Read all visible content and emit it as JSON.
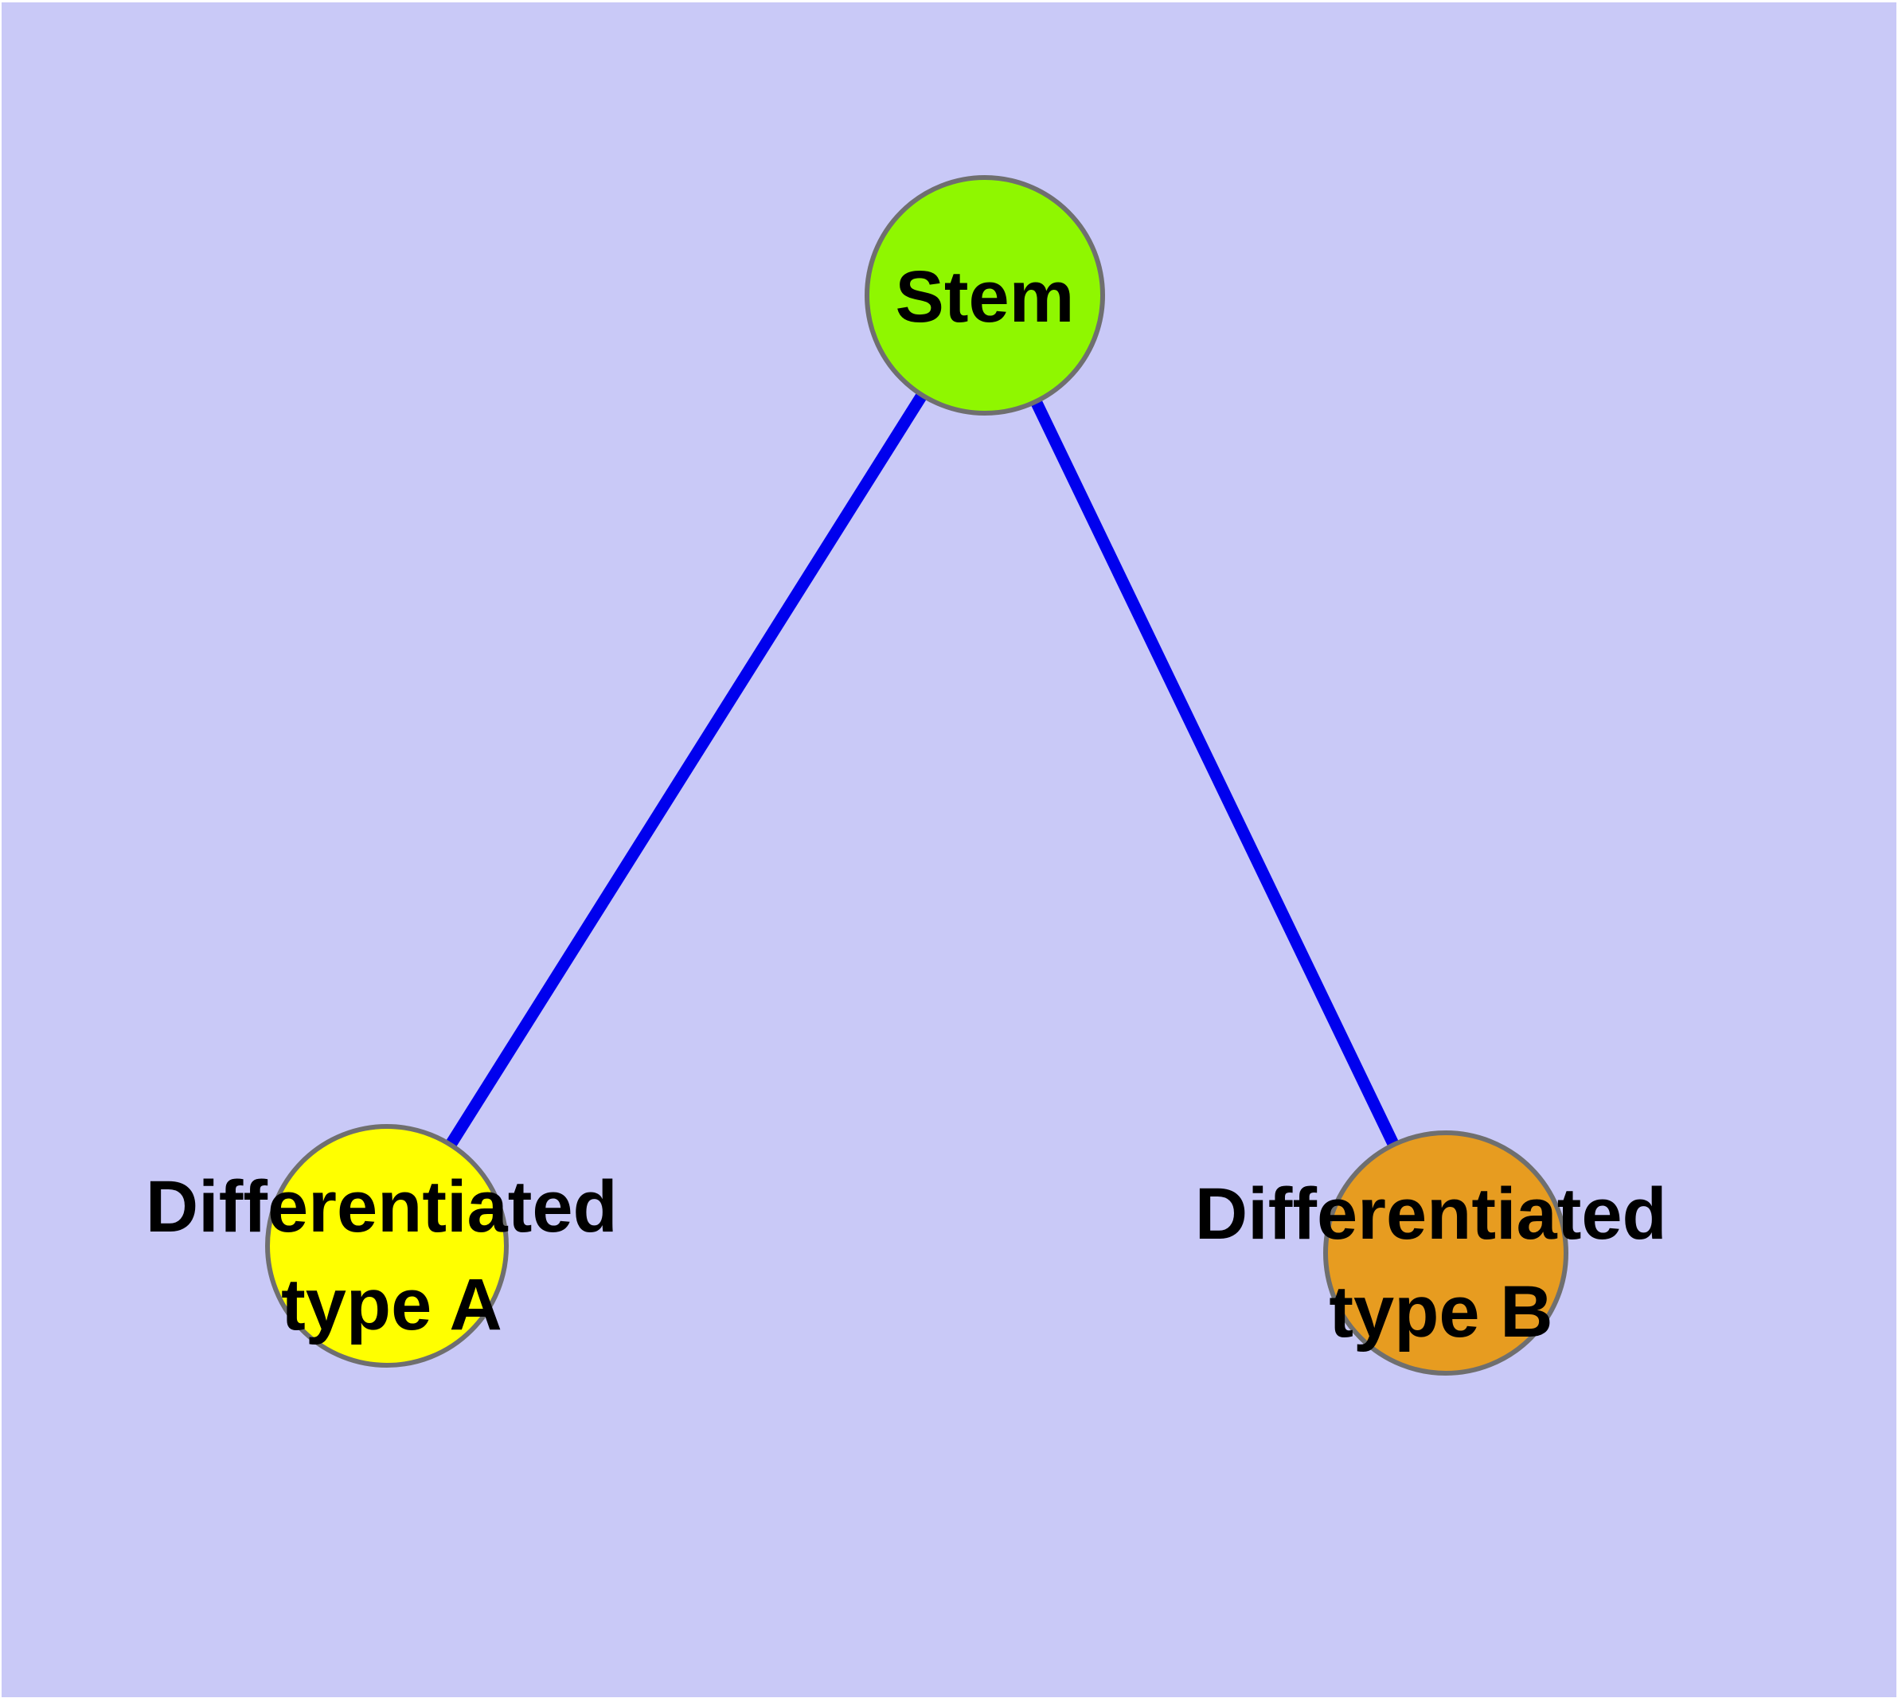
{
  "diagram": {
    "type": "node-link-graph",
    "description": "Stem cell differentiation tree: one stem node branching into two differentiated cell type nodes",
    "background_color": "#c9c9f7",
    "frame_color": "#ffffff",
    "edge_color": "#0000ee",
    "node_border_color": "#6f6f6f",
    "label_color": "#000000"
  },
  "nodes": [
    {
      "id": "stem",
      "label": "Stem",
      "lines": [
        "Stem"
      ],
      "fill": "#8ff700"
    },
    {
      "id": "differentiated-type-a",
      "label": "Differentiated type A",
      "lines": [
        "Differentiated",
        "type A"
      ],
      "fill": "#ffff00"
    },
    {
      "id": "differentiated-type-b",
      "label": "Differentiated type B",
      "lines": [
        "Differentiated",
        "type B"
      ],
      "fill": "#e79c20"
    }
  ],
  "edges": [
    {
      "from": "Stem",
      "to": "Differentiated type A"
    },
    {
      "from": "Stem",
      "to": "Differentiated type B"
    }
  ]
}
